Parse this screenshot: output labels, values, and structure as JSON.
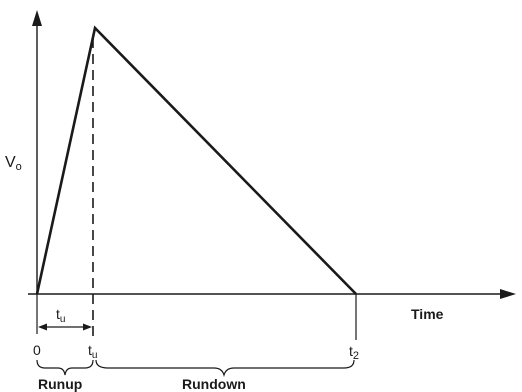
{
  "axes": {
    "y_label": "V",
    "y_label_sub": "o",
    "x_label": "Time"
  },
  "markers": {
    "origin": "0",
    "tu_base": "t",
    "tu_sub": "u",
    "t2_base": "t",
    "t2_sub": "2"
  },
  "interval": {
    "label_base": "t",
    "label_sub": "u"
  },
  "phases": {
    "runup": "Runup",
    "rundown": "Rundown"
  }
}
